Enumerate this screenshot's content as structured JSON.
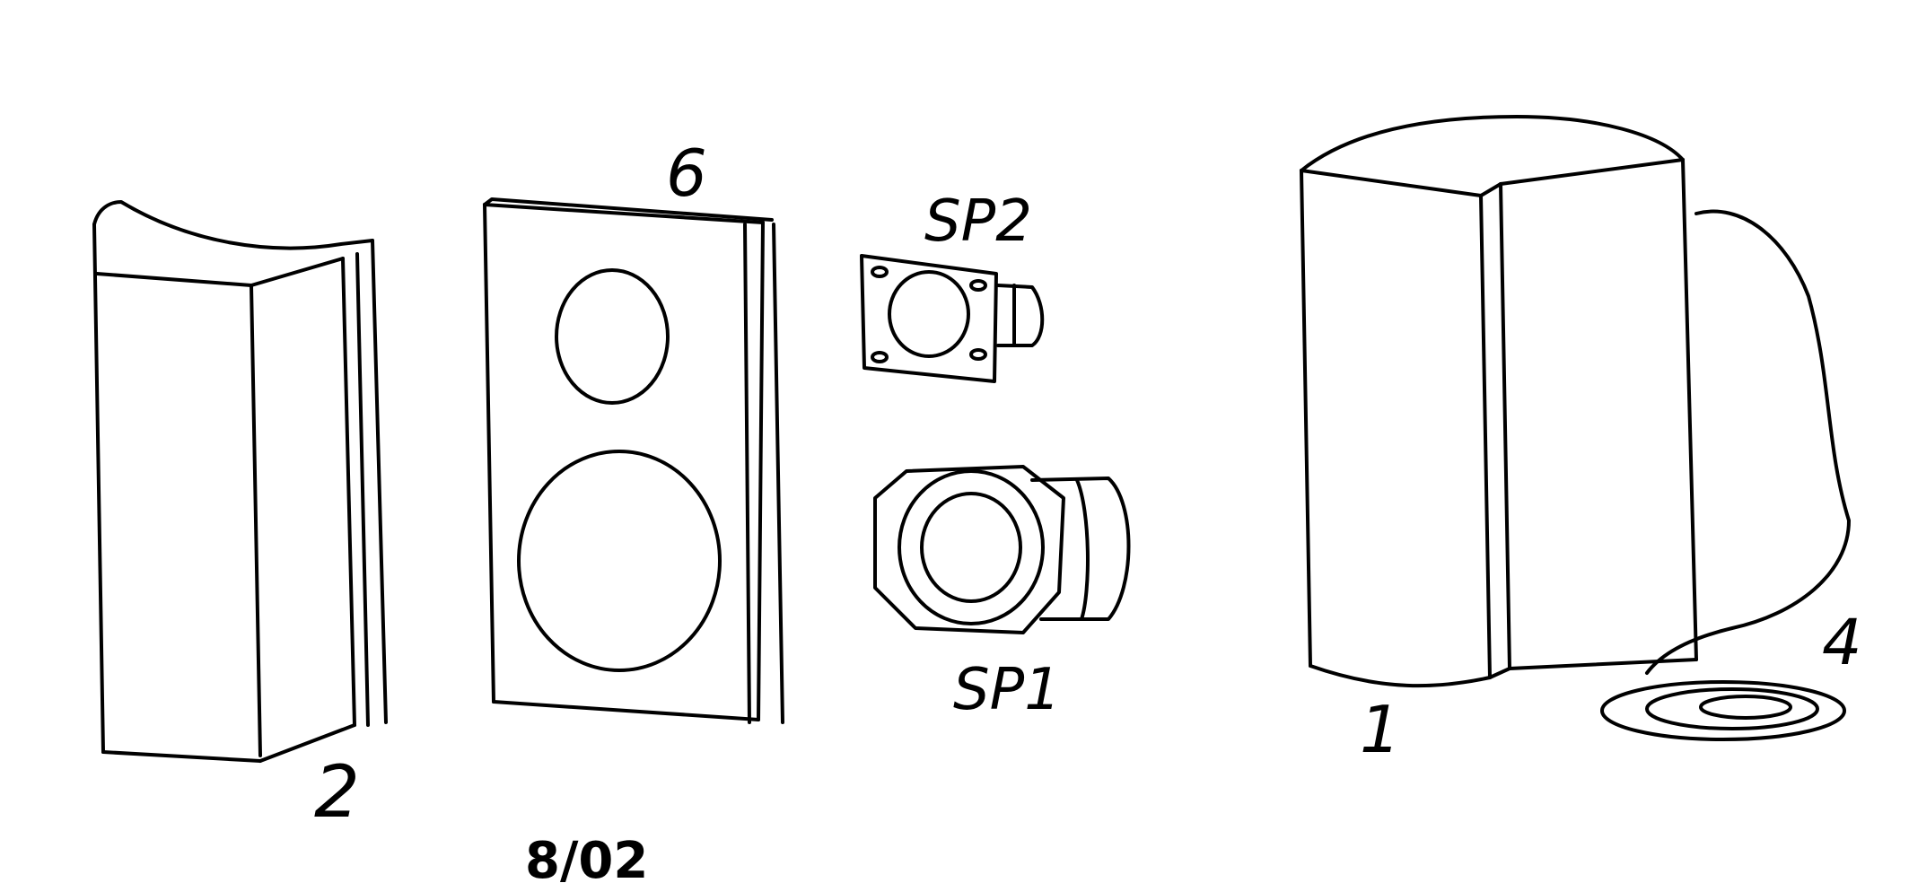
{
  "labels": {
    "back_cover": "2",
    "front_baffle": "6",
    "tweeter": "SP2",
    "woofer": "SP1",
    "cabinet": "1",
    "cable": "4",
    "date": "8/02"
  },
  "colors": {
    "ink": "#000000",
    "paper": "#ffffff"
  }
}
